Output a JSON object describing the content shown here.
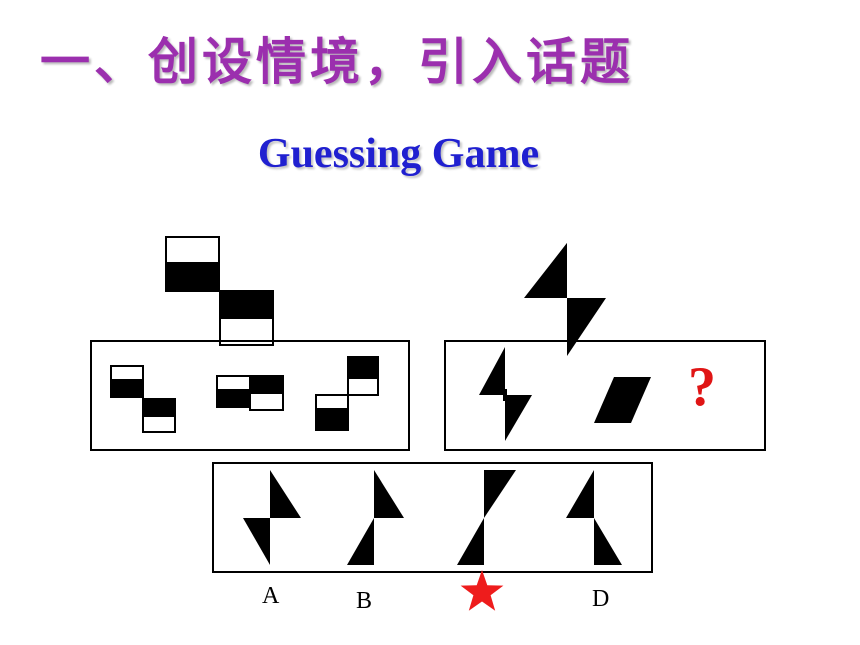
{
  "slide": {
    "heading": "一、创设情境，引入话题",
    "subtitle": "Guessing Game",
    "question_mark": "?",
    "options": [
      "A",
      "B",
      "D"
    ],
    "answer_marker": "star-icon",
    "accent_colors": {
      "heading": "#9b2fae",
      "subtitle": "#2020d0",
      "question_mark": "#e01515",
      "star": "#ee1c1c"
    }
  }
}
